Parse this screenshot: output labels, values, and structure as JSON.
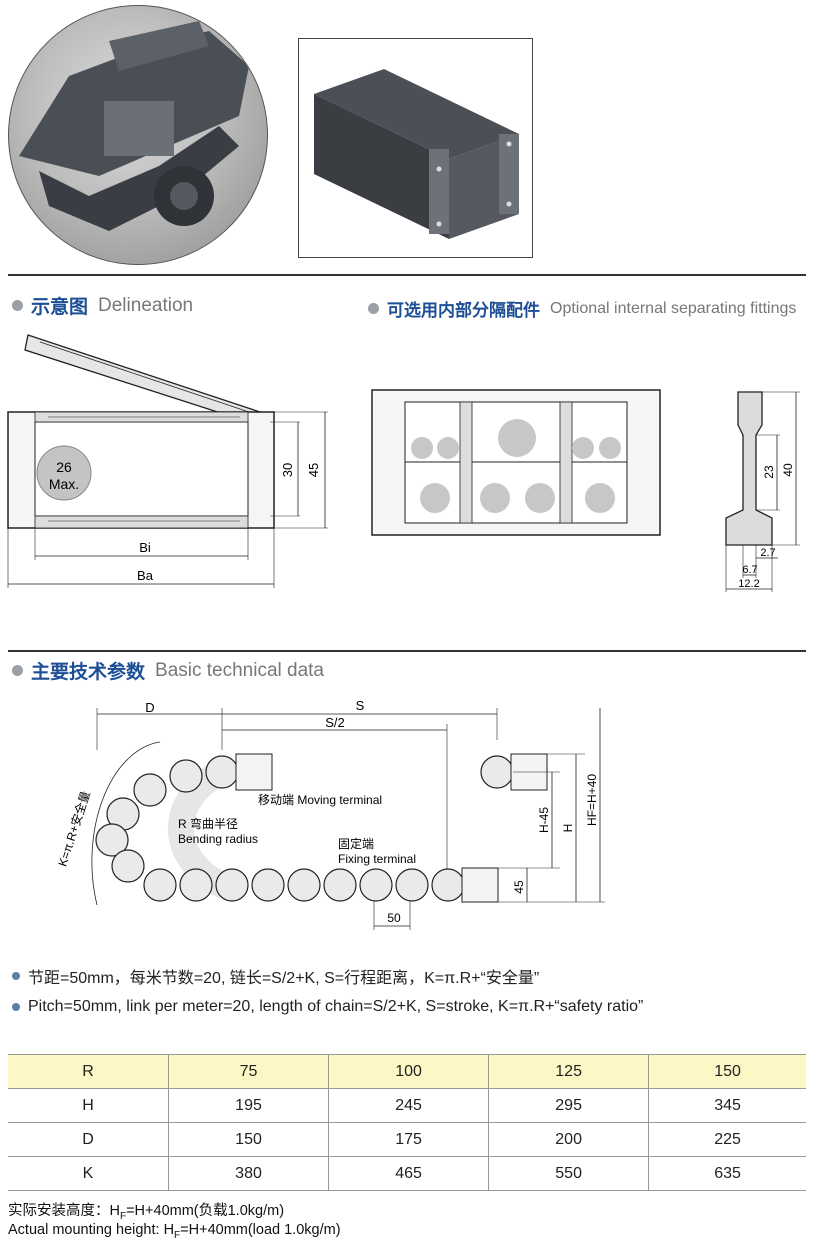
{
  "sections": {
    "delineation": {
      "cn": "示意图",
      "en": "Delineation"
    },
    "fittings": {
      "cn": "可选用内部分隔配件",
      "en": "Optional internal separating fittings"
    },
    "basic": {
      "cn": "主要技术参数",
      "en": "Basic technical data"
    }
  },
  "delineation": {
    "cable_label_1": "26",
    "cable_label_2": "Max.",
    "dim_inner_h": "30",
    "dim_outer_h": "45",
    "dim_bi": "Bi",
    "dim_ba": "Ba"
  },
  "separator": {
    "dim_40": "40",
    "dim_23": "23",
    "dim_2_7": "2.7",
    "dim_6_7": "6.7",
    "dim_12_2": "12.2"
  },
  "layout_diagram": {
    "d": "D",
    "s": "S",
    "s_half": "S/2",
    "k_formula": "K=π.R+安全量",
    "moving_terminal": "移动端 Moving terminal",
    "radius_cn": "R 弯曲半径",
    "radius_en": "Bending radius",
    "fixing_cn": "固定端",
    "fixing_en": "Fixing terminal",
    "dim_45": "45",
    "dim_h45": "H-45",
    "dim_h": "H",
    "dim_hf": "HF=H+40",
    "pitch": "50"
  },
  "notes": {
    "cn": "节距=50mm，每米节数=20, 链长=S/2+K, S=行程距离，K=π.R+“安全量”",
    "en": "Pitch=50mm, link per meter=20, length of chain=S/2+K, S=stroke, K=π.R+“safety ratio”"
  },
  "table": {
    "rows": [
      {
        "label": "R",
        "values": [
          "75",
          "100",
          "125",
          "150"
        ]
      },
      {
        "label": "H",
        "values": [
          "195",
          "245",
          "295",
          "345"
        ]
      },
      {
        "label": "D",
        "values": [
          "150",
          "175",
          "200",
          "225"
        ]
      },
      {
        "label": "K",
        "values": [
          "380",
          "465",
          "550",
          "635"
        ]
      }
    ]
  },
  "footer": {
    "cn_prefix": "实际安装高度：H",
    "cn_suffix": "=H+40mm(负载1.0kg/m)",
    "en_prefix": "Actual mounting height: H",
    "en_suffix": "=H+40mm(load 1.0kg/m)",
    "subscript": "F"
  },
  "colors": {
    "accent_blue": "#1d4f96",
    "table_header": "#fdf7c6"
  }
}
